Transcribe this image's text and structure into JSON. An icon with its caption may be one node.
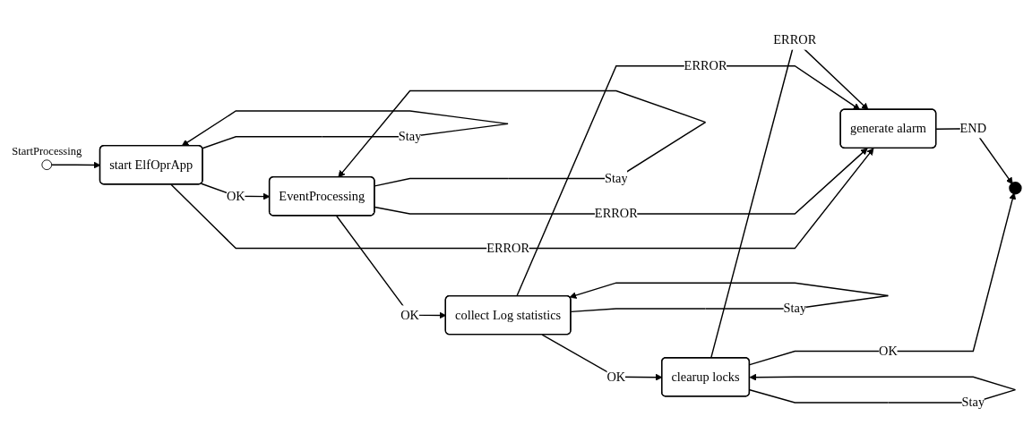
{
  "diagram": {
    "nodes": [
      {
        "text": [],
        "shape": "circle",
        "beside": [
          "StartProcessing"
        ]
      },
      {
        "text": [
          "start ElfOprApp"
        ]
      },
      {
        "text": [
          "EventProcessing"
        ]
      },
      {
        "text": [
          "collect Log statistics"
        ]
      },
      {
        "text": [
          "generate alarm"
        ]
      },
      {
        "text": [
          "clearup locks"
        ]
      },
      {
        "text": [],
        "shape": "circle"
      }
    ],
    "edges": [
      {
        "from": 0,
        "to": 1,
        "arrow": "to"
      },
      {
        "from": 1,
        "to": 2,
        "label": "OK",
        "arrow": "to"
      },
      {
        "from": 2,
        "to": 3,
        "label": "OK",
        "arrow": "to"
      },
      {
        "from": 1,
        "to": 1,
        "label": "Stay",
        "arrow": "to"
      },
      {
        "from": 2,
        "to": 2,
        "label": "Stay",
        "arrow": "to"
      },
      {
        "from": 3,
        "to": 3,
        "label": "Stay",
        "arrow": "to"
      },
      {
        "from": 1,
        "to": 4,
        "label": "ERROR",
        "arrow": "to"
      },
      {
        "from": 2,
        "to": 4,
        "label": "ERROR",
        "arrow": "to"
      },
      {
        "from": 3,
        "to": 4,
        "label": "ERROR",
        "arrow": "to"
      },
      {
        "from": 5,
        "to": 4,
        "label": "ERROR",
        "arrow": "to"
      },
      {
        "from": 3,
        "to": 5,
        "label": "OK",
        "arrow": "to"
      },
      {
        "from": 5,
        "to": 6,
        "label": "OK",
        "arrow": "to"
      },
      {
        "from": 4,
        "to": 6,
        "label": "END",
        "arrow": "to"
      },
      {
        "from": 5,
        "to": 5,
        "label": "Stay",
        "arrow": "to"
      }
    ]
  }
}
